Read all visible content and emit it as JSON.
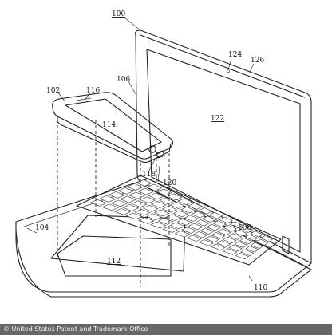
{
  "labels": {
    "r100": "100",
    "r102": "102",
    "r116": "116",
    "r106": "106",
    "r124": "124",
    "r126": "126",
    "r114": "114",
    "r122": "122",
    "r118": "118",
    "r120": "120",
    "r104": "104",
    "r108": "108",
    "r112": "112",
    "r110": "110"
  },
  "credit": "© United States Patent and Trademark Office"
}
